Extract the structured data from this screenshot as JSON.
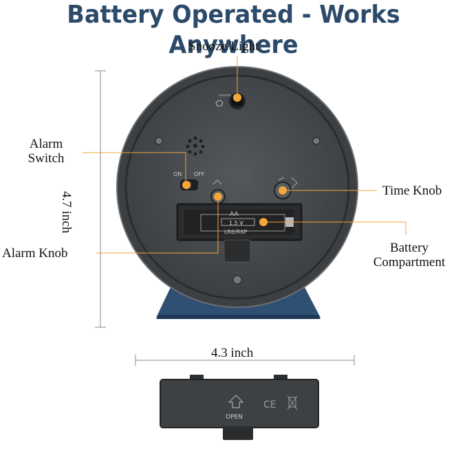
{
  "headline": "Battery Operated - Works Anywhere",
  "callouts": {
    "snooze_light": "Snooze/Light",
    "alarm_switch_line1": "Alarm",
    "alarm_switch_line2": "Switch",
    "time_knob": "Time Knob",
    "alarm_knob": "Alarm Knob",
    "battery_line1": "Battery",
    "battery_line2": "Compartment"
  },
  "dimensions": {
    "height": "4.7 inch",
    "width": "4.3 inch"
  },
  "clock_markings": {
    "snooze_tiny": "snooze",
    "on": "ON",
    "off": "OFF",
    "battery_type": "AA",
    "voltage": "1.5 V",
    "battery_model": "LR6/R6P",
    "cover_open": "OPEN",
    "ce_mark": "CE"
  },
  "colors": {
    "headline": "#2c4a6a",
    "callout_dot": "#f4a63a",
    "clock_body": "#3d4043",
    "stand": "#2f4f73"
  }
}
